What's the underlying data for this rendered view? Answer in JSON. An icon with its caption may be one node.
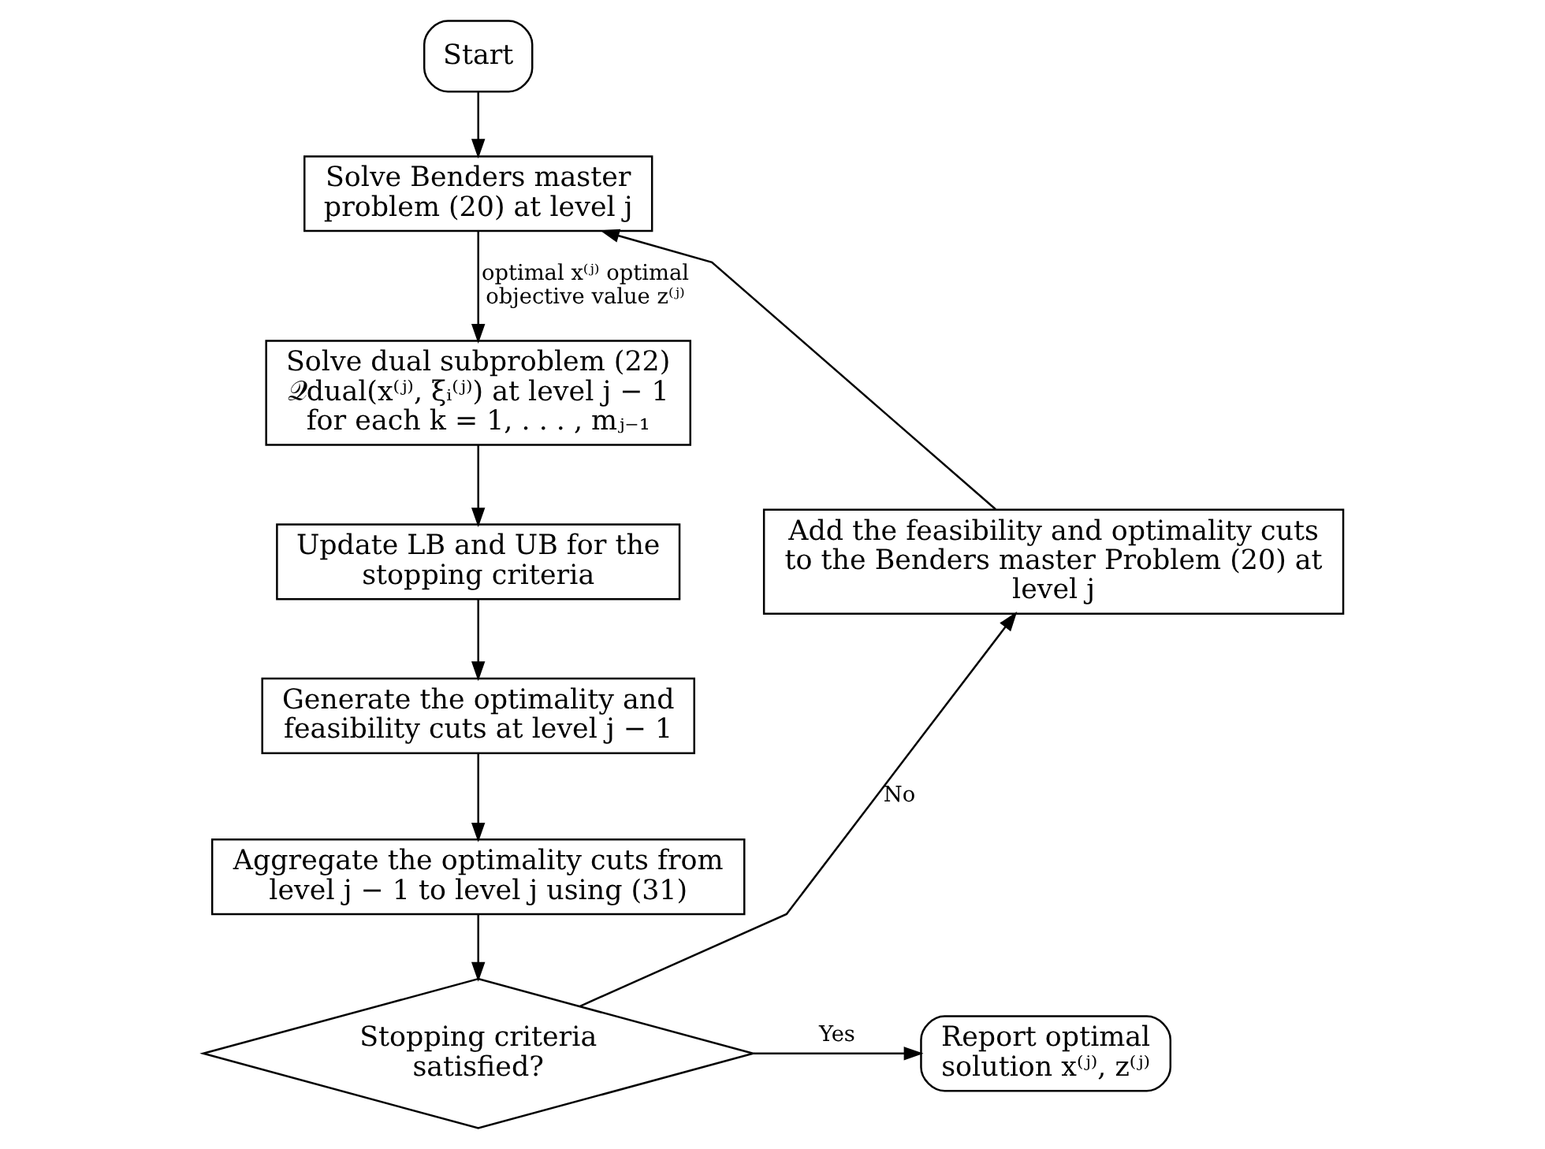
{
  "diagram": {
    "nodes": [
      {
        "text": [
          "Start"
        ]
      },
      {
        "text": [
          "Solve Benders master problem (20) at level j"
        ]
      },
      {
        "text": [
          "Solve dual subproblem (22) 𝒬dual(x⁽ʲ⁾, ξᵢ⁽ʲ⁾) at level j − 1 for each k = 1, . . . , mⱼ₋₁"
        ]
      },
      {
        "text": [
          "Update LB and UB for the stopping criteria"
        ]
      },
      {
        "text": [
          "Generate the optimality and feasibility cuts at level j − 1"
        ]
      },
      {
        "text": [
          "Aggregate the optimality cuts from level j − 1 to level j using (31)"
        ]
      },
      {
        "text": [
          "Stopping criteria satisfied?"
        ]
      },
      {
        "text": [
          "Report optimal solution x⁽ʲ⁾, z⁽ʲ⁾"
        ]
      },
      {
        "text": [
          "Add the feasibility and optimality cuts to the Benders master Problem (20) at level j"
        ]
      }
    ],
    "edges": [
      {
        "from": 0,
        "to": 1,
        "arrow": "to"
      },
      {
        "from": 1,
        "to": 2,
        "arrow": "to",
        "label": "optimal x⁽ʲ⁾ optimal objective value z⁽ʲ⁾"
      },
      {
        "from": 2,
        "to": 3,
        "arrow": "to"
      },
      {
        "from": 3,
        "to": 4,
        "arrow": "to"
      },
      {
        "from": 4,
        "to": 5,
        "arrow": "to"
      },
      {
        "from": 5,
        "to": 6,
        "arrow": "to"
      },
      {
        "from": 6,
        "to": 7,
        "arrow": "to",
        "label": "Yes"
      },
      {
        "from": 6,
        "to": 8,
        "arrow": "to",
        "label": "No"
      },
      {
        "from": 8,
        "to": 1,
        "arrow": "to"
      }
    ]
  }
}
